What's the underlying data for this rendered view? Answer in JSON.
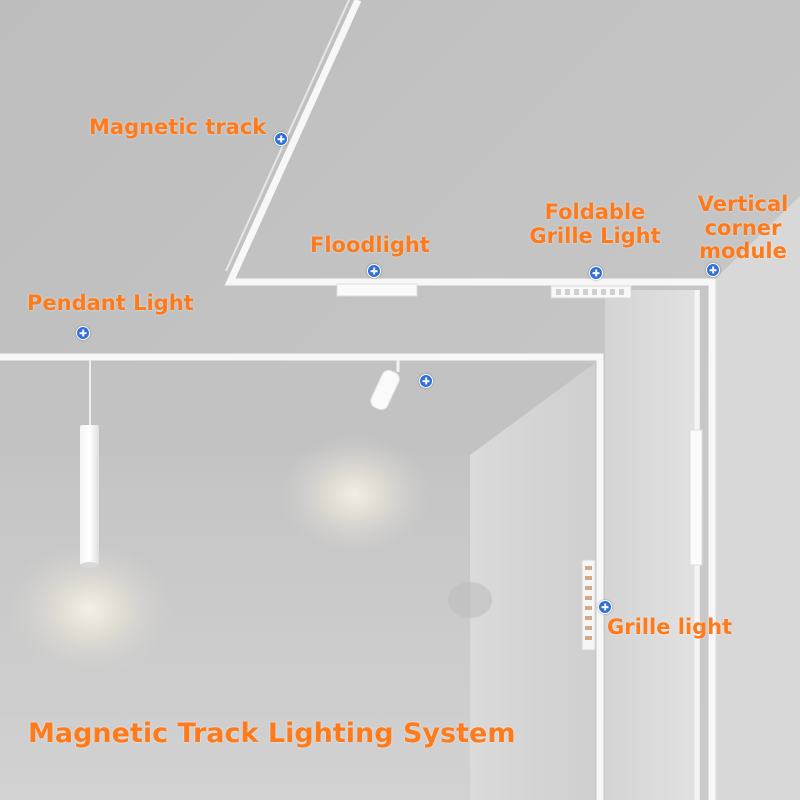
{
  "title": "Magnetic Track Lighting System",
  "labels": {
    "magnetic_track": "Magnetic track",
    "floodlight": "Floodlight",
    "foldable_grille_light": [
      "Foldable",
      "Grille Light"
    ],
    "vertical_corner_module": [
      "Vertical",
      "corner",
      "module"
    ],
    "pendant_light": "Pendant Light",
    "grille_light": "Grille light"
  },
  "colors": {
    "label_text": "#ff7a1a",
    "marker_fill": "#2f6fd6",
    "marker_border": "#ffffff"
  },
  "icons": {
    "marker": "plus-circle-icon"
  }
}
